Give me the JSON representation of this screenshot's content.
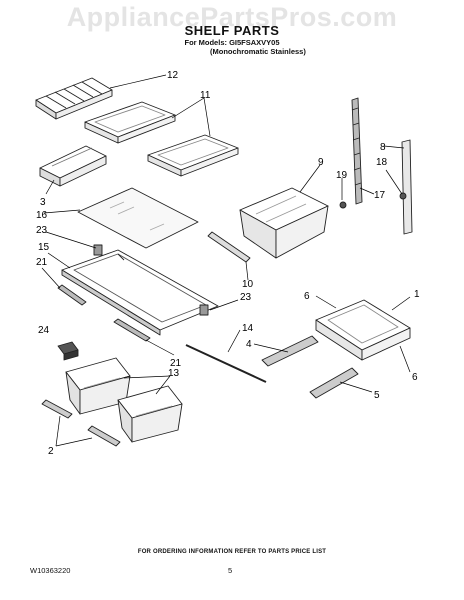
{
  "watermark": "AppliancePartsPros.com",
  "title": "SHELF PARTS",
  "subtitle_line1": "For Models: GI5FSAXVY05",
  "subtitle_line2": "(Monochromatic Stainless)",
  "footer_note": "FOR ORDERING INFORMATION REFER TO PARTS PRICE LIST",
  "document_number": "W10363220",
  "page_number": "5",
  "callouts": {
    "c12": "12",
    "c11": "11",
    "c8": "8",
    "c18": "18",
    "c9": "9",
    "c19": "19",
    "c17": "17",
    "c3": "3",
    "c16": "16",
    "c23a": "23",
    "c15": "15",
    "c21a": "21",
    "c10": "10",
    "c23b": "23",
    "c6a": "6",
    "c1": "1",
    "c24": "24",
    "c14": "14",
    "c4": "4",
    "c21b": "21",
    "c13": "13",
    "c6b": "6",
    "c5": "5",
    "c2": "2"
  }
}
